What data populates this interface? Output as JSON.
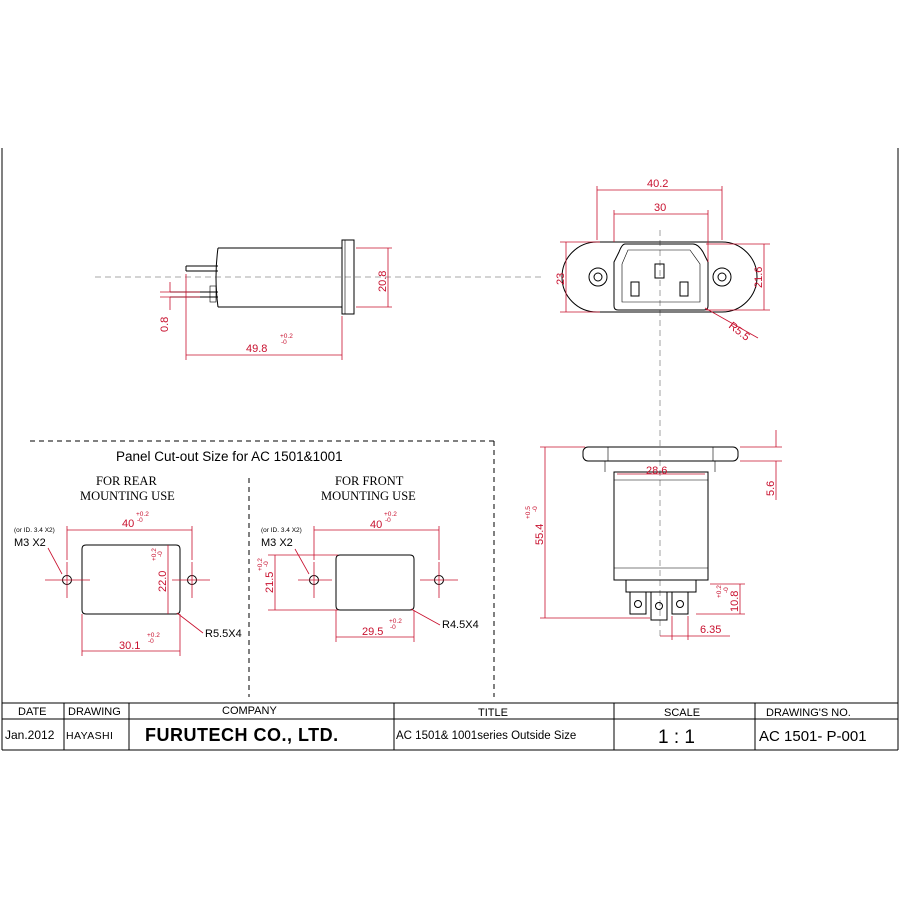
{
  "colors": {
    "dimension": "#c8102e",
    "line": "#000000",
    "centerline": "#8a8a8a"
  },
  "side_view": {
    "d_20_8": "20.8",
    "d_0_8": "0.8",
    "d_49_8": "49.8",
    "tol_up": "+0.2",
    "tol_down": "-0"
  },
  "front_view": {
    "d_40_2": "40.2",
    "d_30": "30",
    "d_23": "23",
    "d_21_6": "21.6",
    "d_r5_5": "R5.5"
  },
  "bottom_view": {
    "d_28_6": "28.6",
    "d_55_4": "55.4",
    "tol55_up": "+0.5",
    "tol55_down": "-0",
    "d_5_6": "5.6",
    "d_10_8": "10.8",
    "tol_up": "+0.2",
    "tol_down": "-0",
    "d_6_35": "6.35"
  },
  "cutout": {
    "title": "Panel  Cut-out Size for AC 1501&1001",
    "rear": {
      "line1": "FOR REAR",
      "line2": "MOUNTING USE",
      "note": "(or ID. 3.4 X2)",
      "screw": "M3  X2",
      "d_40": "40",
      "d_22": "22.0",
      "d_30_1": "30.1",
      "d_r": "R5.5X4",
      "tol_up": "+0.2",
      "tol_down": "-0"
    },
    "front": {
      "line1": "FOR FRONT",
      "line2": "MOUNTING USE",
      "note": "(or ID. 3.4 X2)",
      "screw": "M3  X2",
      "d_40": "40",
      "d_21_5": "21.5",
      "d_29_5": "29.5",
      "d_r": "R4.5X4",
      "tol_up": "+0.2",
      "tol_down": "-0"
    }
  },
  "title_block": {
    "headers": {
      "date": "DATE",
      "drawing": "DRAWING",
      "company": "COMPANY",
      "title": "TITLE",
      "scale": "SCALE",
      "drawing_no": "DRAWING'S     NO."
    },
    "values": {
      "date": "Jan.2012",
      "drawing": "HAYASHI",
      "company": "FURUTECH  CO., LTD.",
      "title": "AC 1501& 1001series Outside Size",
      "scale": "1 : 1",
      "drawing_no": "AC 1501- P-001"
    }
  }
}
